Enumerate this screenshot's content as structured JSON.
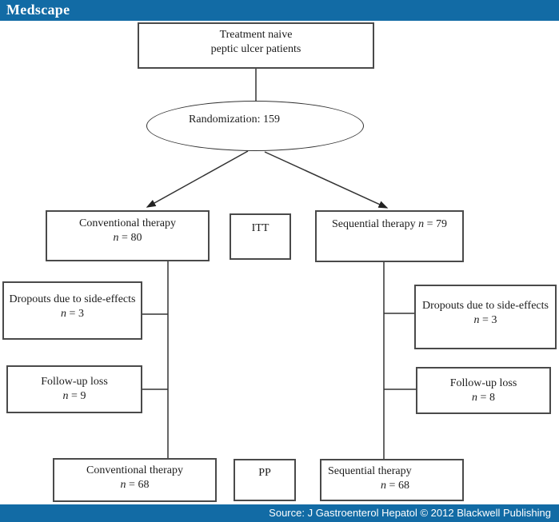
{
  "header": {
    "logo_text": "Medscape",
    "brand_blue": "#126BA5"
  },
  "footer": {
    "source_text": "Source: J Gastroenterol Hepatol © 2012 Blackwell Publishing"
  },
  "flow": {
    "treatment_naive": {
      "line1": "Treatment naive",
      "line2": "peptic ulcer patients"
    },
    "randomization": {
      "label": "Randomization: 159"
    },
    "conv80": {
      "title": "Conventional therapy",
      "n_italic": "n",
      "n_rest": " = 80"
    },
    "itt": {
      "label": "ITT"
    },
    "seq79": {
      "line": "Sequential therapy ",
      "n_italic": "n",
      "n_rest": " = 79"
    },
    "dropouts_left": {
      "title": "Dropouts due to side-effects",
      "n_italic": "n",
      "n_rest": " = 3"
    },
    "followup_left": {
      "title": "Follow-up loss",
      "n_italic": "n",
      "n_rest": " = 9"
    },
    "dropouts_right": {
      "title": "Dropouts due to side-effects",
      "n_italic": "n",
      "n_rest": " = 3"
    },
    "followup_right": {
      "title": "Follow-up loss",
      "n_italic": "n",
      "n_rest": " = 8"
    },
    "conv68": {
      "title": "Conventional therapy",
      "n_italic": "n",
      "n_rest": " = 68"
    },
    "pp": {
      "label": "PP"
    },
    "seq68": {
      "title": "Sequential therapy",
      "n_italic": "n",
      "n_rest": " = 68"
    }
  }
}
